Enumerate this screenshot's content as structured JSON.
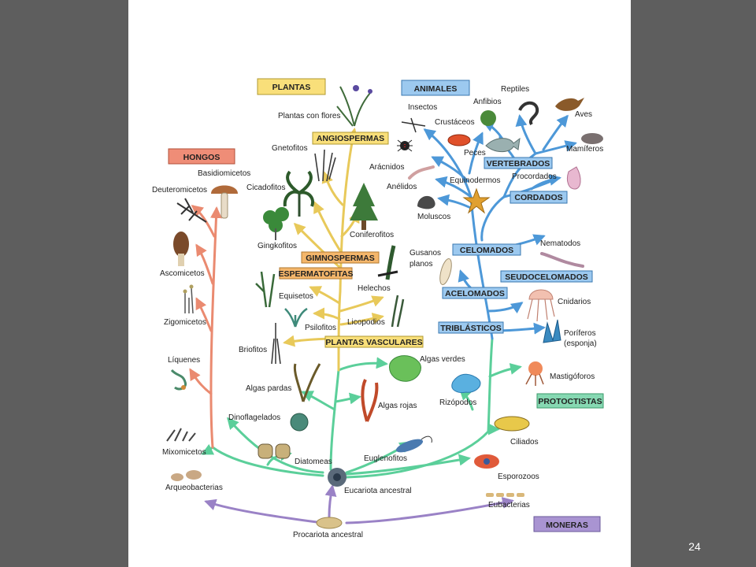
{
  "slide_number": "24",
  "colors": {
    "plantas": "#e8c95a",
    "plantas_fill": "#f9df7a",
    "hongos": "#ea8a70",
    "hongos_fill": "#ef8d77",
    "animales": "#4d98d8",
    "animales_fill": "#9cc9ef",
    "protoctistas": "#5bcf9a",
    "protoctistas_fill": "#86d8b2",
    "moneras": "#9a82c6",
    "moneras_fill": "#a994d2",
    "gimnospermas_fill": "#f4b66b"
  },
  "kingdoms": {
    "plantas": "PLANTAS",
    "hongos": "HONGOS",
    "animales": "ANIMALES",
    "protoctistas": "PROTOCTISTAS",
    "moneras": "MONERAS"
  },
  "groups": {
    "angiospermas": "ANGIOSPERMAS",
    "gimnospermas": "GIMNOSPERMAS",
    "espermatofitas": "ESPERMATOFITAS",
    "plantas_vasculares": "PLANTAS VASCULARES",
    "vertebrados": "VERTEBRADOS",
    "cordados": "CORDADOS",
    "celomados": "CELOMADOS",
    "seudocelomados": "SEUDOCELOMADOS",
    "acelomados": "ACELOMADOS",
    "triblasticos": "TRIBLÁSTICOS"
  },
  "labels": {
    "plantas_con_flores": "Plantas con flores",
    "gnetofitos": "Gnetofitos",
    "cicadofitos": "Cicadofitos",
    "coniferofitos": "Coniferofitos",
    "gingkofitos": "Gingkofitos",
    "equisetos": "Equisetos",
    "psilofitos": "Psilofitos",
    "helechos": "Helechos",
    "licopodios": "Licopodios",
    "briofitos": "Briofitos",
    "basidiomicetos": "Basidiomicetos",
    "deuteromicetos": "Deuteromicetos",
    "ascomicetos": "Ascomicetos",
    "zigomicetos": "Zigomicetos",
    "liquenes": "Líquenes",
    "mixomicetos": "Mixomicetos",
    "arqueobacterias": "Arqueobacterias",
    "reptiles": "Reptiles",
    "anfibios": "Anfibios",
    "insectos": "Insectos",
    "crustaceos": "Crustáceos",
    "aves": "Aves",
    "mamiferos": "Mamíferos",
    "peces": "Peces",
    "aracnidos": "Arácnidos",
    "procordados": "Procordados",
    "anelidos": "Anélidos",
    "equinodermos": "Equinodermos",
    "moluscos": "Moluscos",
    "gusanos_planos_1": "Gusanos",
    "gusanos_planos_2": "planos",
    "nematodos": "Nematodos",
    "cnidarios": "Cnidarios",
    "poriferos_1": "Poríferos",
    "poriferos_2": "(esponja)",
    "algas_verdes": "Algas verdes",
    "algas_pardas": "Algas pardas",
    "algas_rojas": "Algas rojas",
    "mastigoforos": "Mastigóforos",
    "rizopodos": "Rizópodos",
    "dinoflagelados": "Dinoflagelados",
    "ciliados": "Ciliados",
    "diatomeas": "Diatomeas",
    "euglenofitos": "Euglenofitos",
    "eucariota_ancestral": "Eucariota ancestral",
    "esporozoos": "Esporozoos",
    "eubacterias": "Eubacterias",
    "procariota_ancestral": "Procariota ancestral"
  }
}
